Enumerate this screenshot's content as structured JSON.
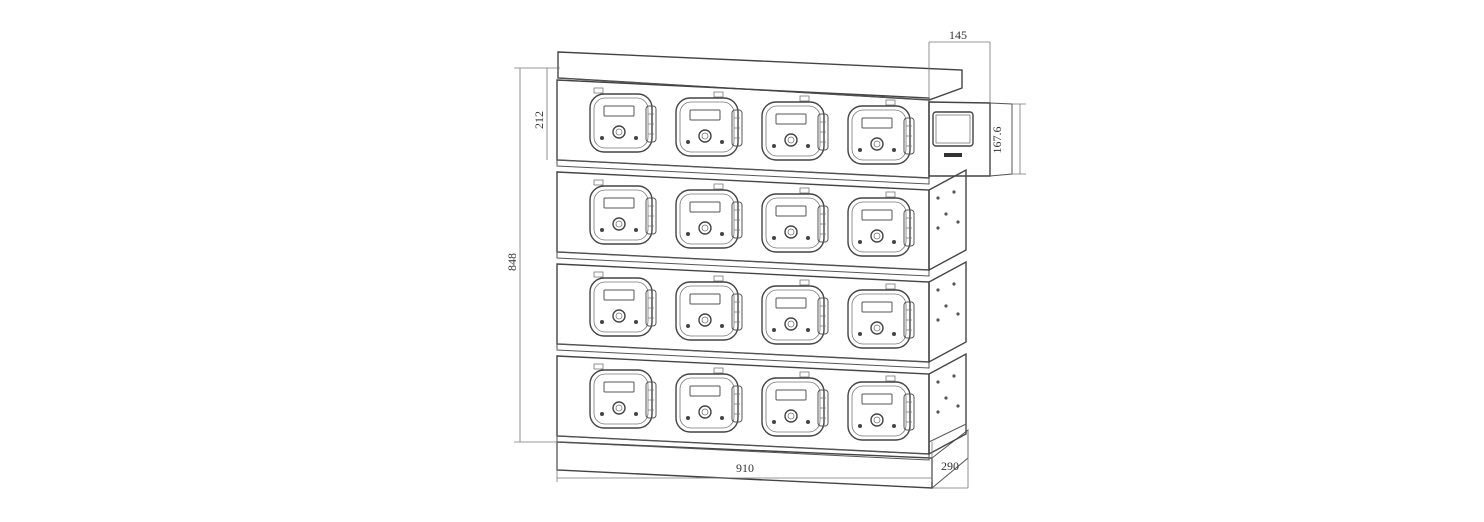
{
  "dimensions": {
    "width_label": "910",
    "depth_label": "290",
    "total_height_label": "848",
    "shelf_height_label": "212",
    "controller_width_label": "145",
    "controller_height_label": "167.6"
  },
  "shelves": {
    "count": 4,
    "pumps_per_shelf": 4
  }
}
